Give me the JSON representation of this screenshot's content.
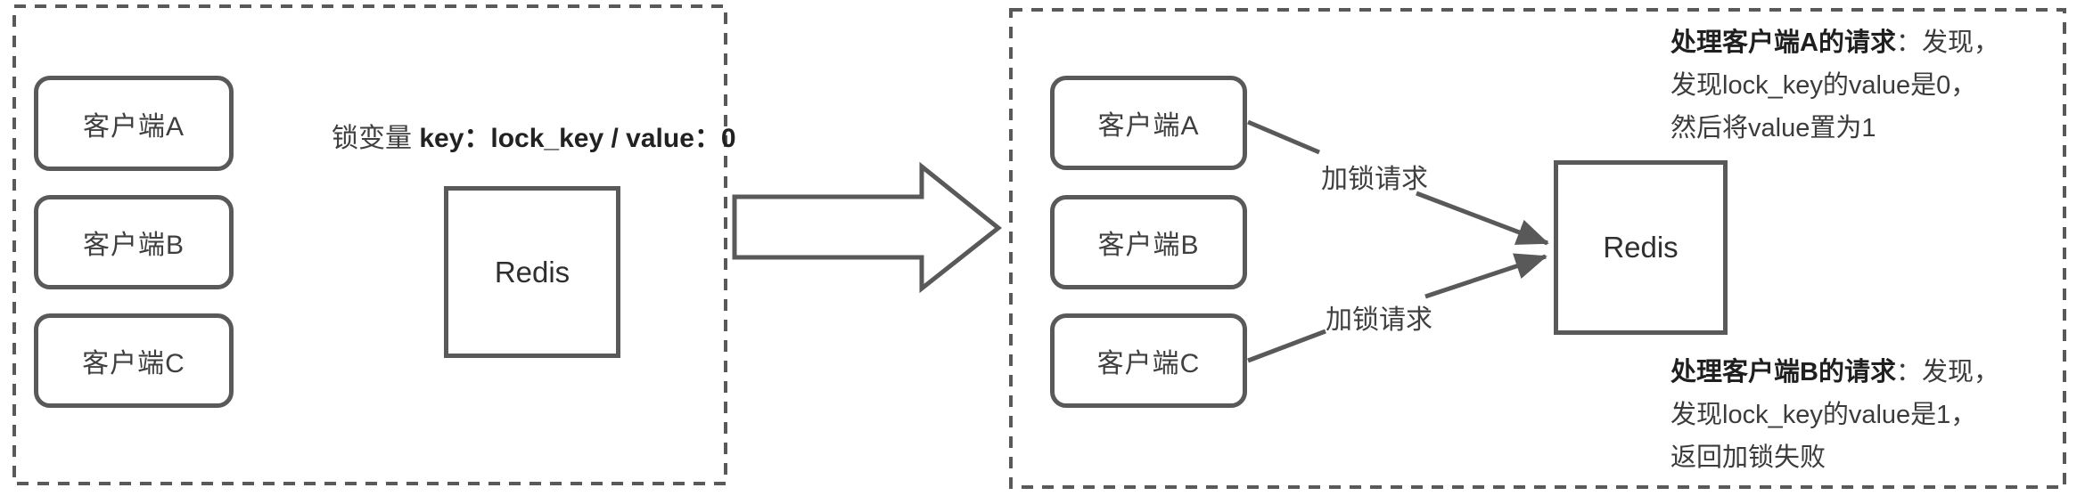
{
  "colors": {
    "stroke": "#595959",
    "text": "#3f3f3f",
    "bold_text": "#1f1f1f"
  },
  "left_panel": {
    "clients": [
      {
        "label": "客户端A"
      },
      {
        "label": "客户端B"
      },
      {
        "label": "客户端C"
      }
    ],
    "lock_variable": {
      "prefix": "锁变量 ",
      "keyvalue": "key：lock_key / value：0"
    },
    "redis_label": "Redis"
  },
  "right_panel": {
    "clients": [
      {
        "label": "客户端A"
      },
      {
        "label": "客户端B"
      },
      {
        "label": "客户端C"
      }
    ],
    "redis_label": "Redis",
    "lock_request_a": "加锁请求",
    "lock_request_c": "加锁请求",
    "note_a": {
      "title": "处理客户端A的请求",
      "title_rest": "：发现，",
      "line2": "发现lock_key的value是0，",
      "line3": "然后将value置为1"
    },
    "note_b": {
      "title": "处理客户端B的请求",
      "title_rest": "：发现，",
      "line2": "发现lock_key的value是1，",
      "line3": "返回加锁失败"
    }
  }
}
